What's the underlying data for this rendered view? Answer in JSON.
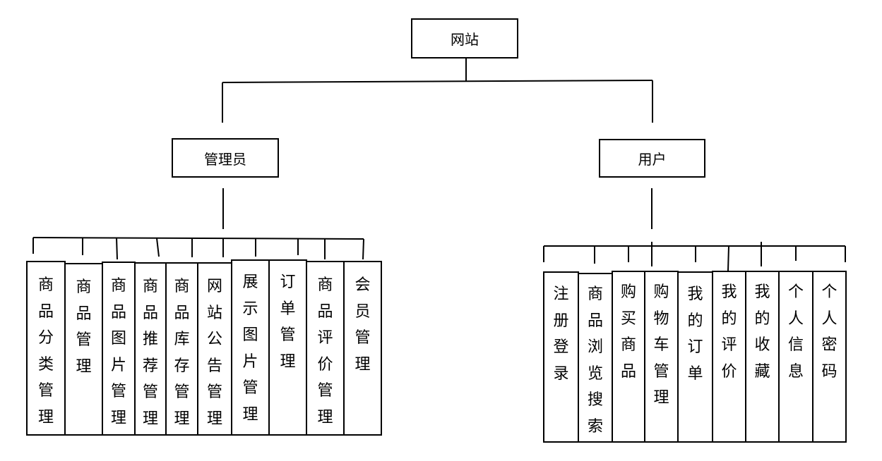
{
  "root": {
    "label": "网站"
  },
  "groups": [
    {
      "label": "管理员",
      "children": [
        "商品分类管理",
        "商品管理",
        "商品图片管理",
        "商品推荐管理",
        "商品库存管理",
        "网站公告管理",
        "展示图片管理",
        "订单管理",
        "商品评价管理",
        "会员管理"
      ]
    },
    {
      "label": "用户",
      "children": [
        "注册登录",
        "商品浏览搜索",
        "购买商品",
        "购物车管理",
        "我的订单",
        "我的评价",
        "我的收藏",
        "个人信息",
        "个人密码"
      ]
    }
  ]
}
